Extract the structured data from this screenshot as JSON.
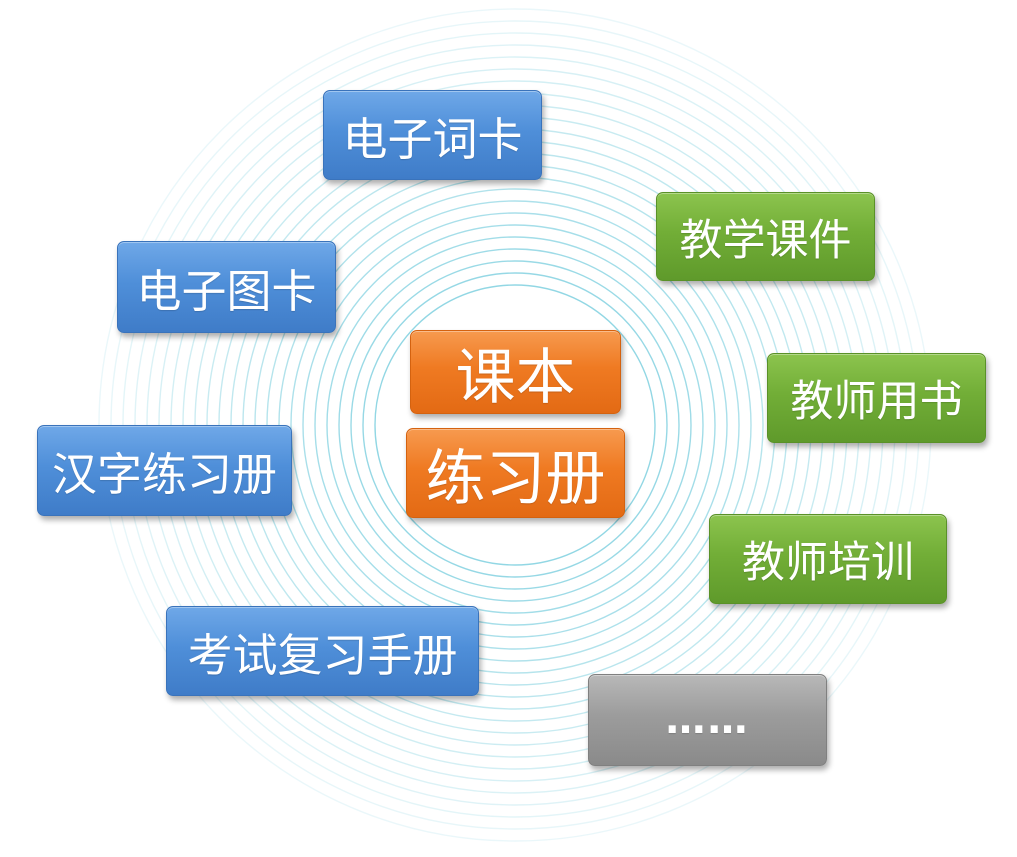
{
  "center": {
    "line1": "课本",
    "line2": "练习册"
  },
  "left_items": [
    {
      "label": "电子词卡"
    },
    {
      "label": "电子图卡"
    },
    {
      "label": "汉字练习册"
    },
    {
      "label": "考试复习手册"
    }
  ],
  "right_items": [
    {
      "label": "教学课件"
    },
    {
      "label": "教师用书"
    },
    {
      "label": "教师培训"
    },
    {
      "label": "……"
    }
  ],
  "colors": {
    "rings": "#7fd0df",
    "blue": "#4f8fd9",
    "green": "#72ae37",
    "orange": "#ef7a22",
    "gray": "#9c9c9c"
  }
}
